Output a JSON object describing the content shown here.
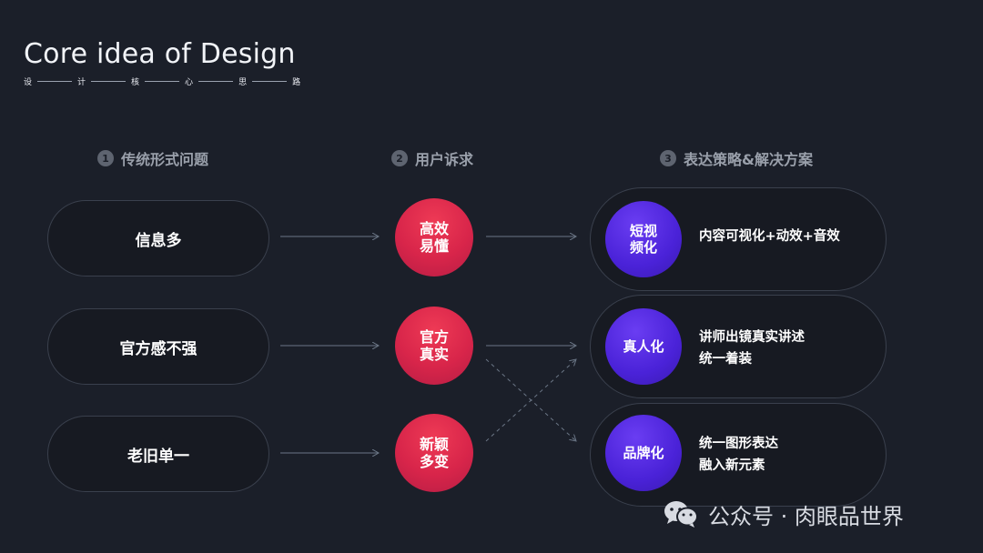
{
  "title": "Core idea of Design",
  "subtitle_chars": [
    "设",
    "计",
    "核",
    "心",
    "思",
    "路"
  ],
  "columns": [
    {
      "num": "1",
      "label": "传统形式问题"
    },
    {
      "num": "2",
      "label": "用户诉求"
    },
    {
      "num": "3",
      "label": "表达策略&解决方案"
    }
  ],
  "rows": [
    {
      "problem": "信息多",
      "need_line1": "高效",
      "need_line2": "易懂",
      "solution_line1": "短视",
      "solution_line2": "频化",
      "desc_line1": "内容可视化+动效+音效",
      "desc_line2": ""
    },
    {
      "problem": "官方感不强",
      "need_line1": "官方",
      "need_line2": "真实",
      "solution_line1": "真人化",
      "solution_line2": "",
      "desc_line1": "讲师出镜真实讲述",
      "desc_line2": "统一着装"
    },
    {
      "problem": "老旧单一",
      "need_line1": "新颖",
      "need_line2": "多变",
      "solution_line1": "品牌化",
      "solution_line2": "",
      "desc_line1": "统一图形表达",
      "desc_line2": "融入新元素"
    }
  ],
  "watermark": "公众号 · 肉眼品世界",
  "colors": {
    "background": "#1b1f29",
    "red": "#e0284c",
    "purple": "#4a22d8",
    "line": "#6b7686"
  }
}
